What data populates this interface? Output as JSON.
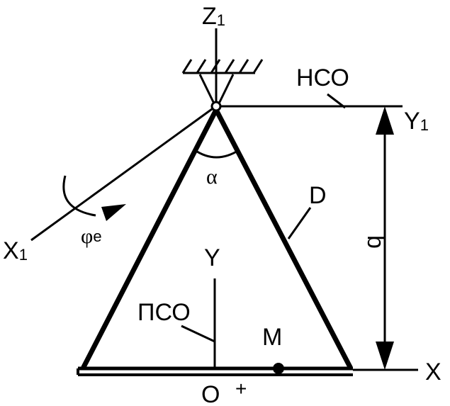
{
  "labels": {
    "z_axis": "Z",
    "z_axis_sub": "1",
    "y_axis_top": "Y",
    "y_axis_top_sub": "1",
    "x_axis_left": "X",
    "x_axis_left_sub": "1",
    "nso": "НСО",
    "pso": "ПСО",
    "y_axis": "Y",
    "x_axis": "X",
    "origin": "O",
    "plus": "+",
    "point_m": "M",
    "alpha": "α",
    "body_d": "D",
    "length_b": "b",
    "phi": "φ",
    "phi_sub": "e"
  }
}
